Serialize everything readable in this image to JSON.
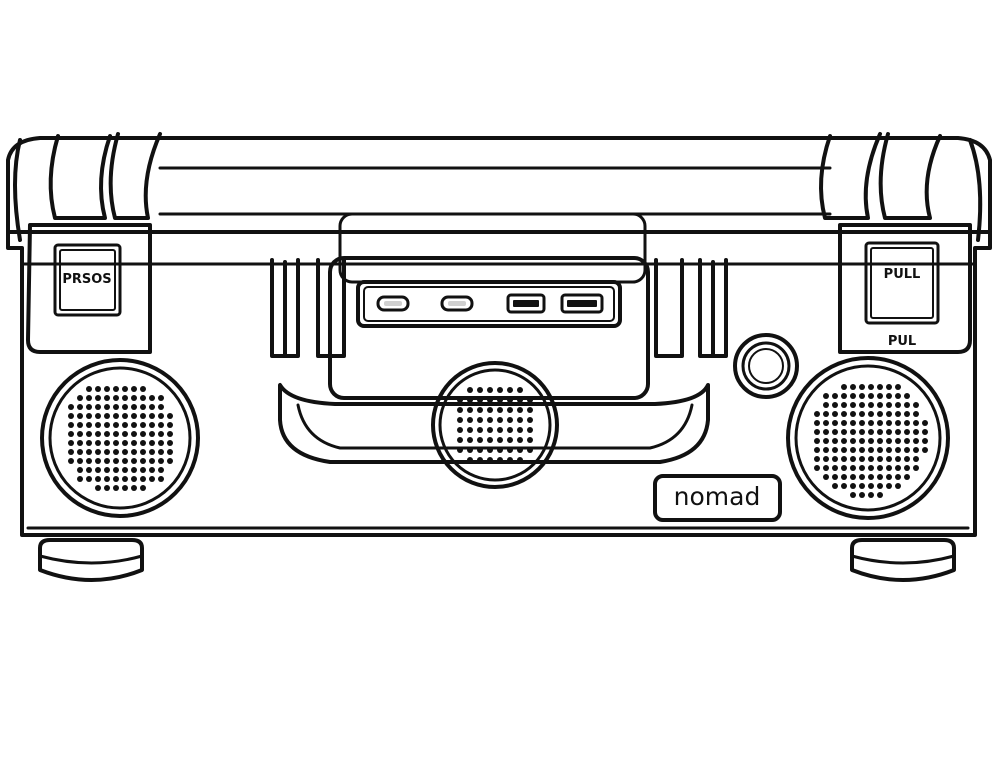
{
  "scene": {
    "subject": "portable speaker case",
    "colors": {
      "ink": "#111111",
      "paper": "#ffffff",
      "port_fill": "#d0d0d0"
    }
  },
  "left_latch": {
    "label": "PRSOS"
  },
  "right_latch": {
    "label_upper": "PULL",
    "label_lower": "PUL"
  },
  "brand": {
    "logo_text": "nomad"
  },
  "ports": [
    {
      "type": "usb-c"
    },
    {
      "type": "usb-c"
    },
    {
      "type": "usb-a"
    },
    {
      "type": "usb-a"
    }
  ],
  "speakers": [
    "left-speaker-grille",
    "center-speaker-grille",
    "right-speaker-grille"
  ],
  "knob": {
    "icon": "round-knob"
  }
}
